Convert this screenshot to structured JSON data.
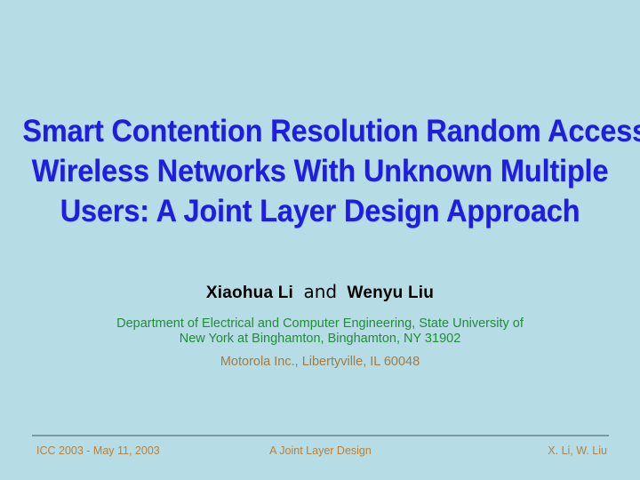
{
  "slide": {
    "background_color": "#b6dce5",
    "title": {
      "color": "#1e1ee0",
      "lines": [
        "Smart Contention Resolution Random Access",
        "Wireless Networks With Unknown Multiple",
        "Users: A Joint Layer Design Approach"
      ]
    },
    "authors": {
      "color": "#000000",
      "first": "Xiaohua Li",
      "conjunction": "and",
      "second": "Wenyu Liu"
    },
    "affiliation": {
      "color": "#228b3c",
      "lines": [
        "Department of Electrical and Computer Engineering, State University of",
        "New York at Binghamton, Binghamton, NY 31902"
      ]
    },
    "secondary_affiliation": {
      "color": "#a07c46",
      "text": "Motorola Inc., Libertyville, IL 60048"
    },
    "footer": {
      "color": "#b5833f",
      "rule_color": "#7b9aa0",
      "left": "ICC 2003 - May 11, 2003",
      "center": "A Joint Layer Design",
      "right": "X. Li,  W. Liu"
    }
  }
}
